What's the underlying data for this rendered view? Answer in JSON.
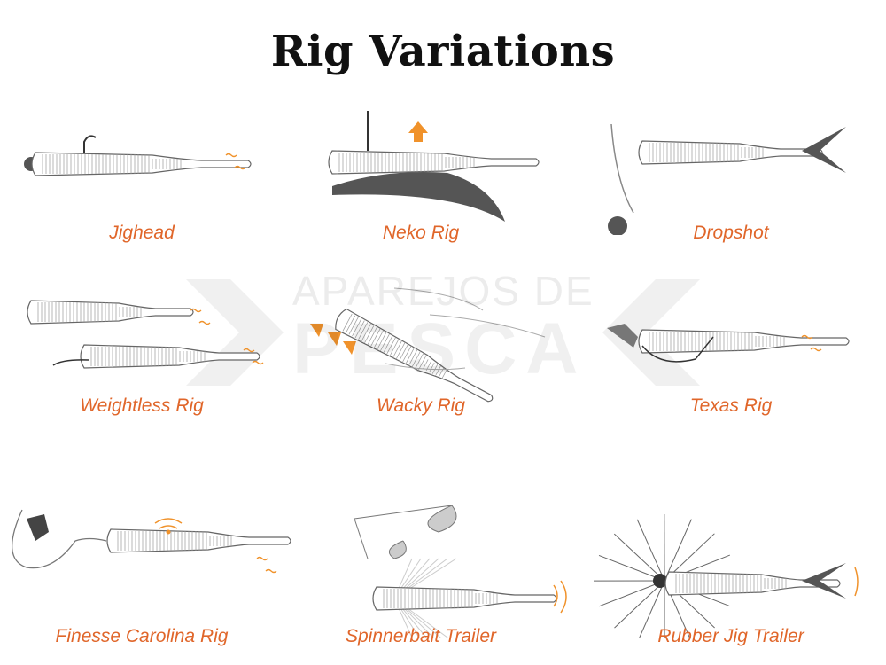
{
  "title": "Rig Variations",
  "watermark": {
    "line1": "APAREJOS DE",
    "line2": "PESCA"
  },
  "colors": {
    "accent": "#e0662a",
    "arrow": "#f0922b",
    "line": "#555555",
    "weight": "#555555"
  },
  "rigs": [
    {
      "label": "Jighead",
      "icon": "jighead-rig-illustration"
    },
    {
      "label": "Neko Rig",
      "icon": "neko-rig-illustration"
    },
    {
      "label": "Dropshot",
      "icon": "dropshot-rig-illustration"
    },
    {
      "label": "Weightless Rig",
      "icon": "weightless-rig-illustration"
    },
    {
      "label": "Wacky Rig",
      "icon": "wacky-rig-illustration"
    },
    {
      "label": "Texas Rig",
      "icon": "texas-rig-illustration"
    },
    {
      "label": "Finesse Carolina Rig",
      "icon": "finesse-carolina-rig-illustration"
    },
    {
      "label": "Spinnerbait Trailer",
      "icon": "spinnerbait-trailer-illustration"
    },
    {
      "label": "Rubber Jig Trailer",
      "icon": "rubber-jig-trailer-illustration"
    }
  ]
}
